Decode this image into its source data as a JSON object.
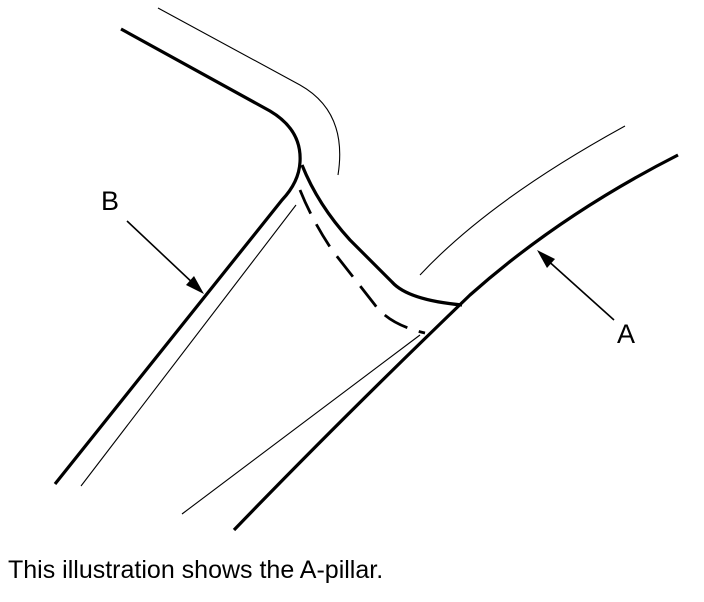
{
  "callouts": {
    "a": "A",
    "b": "B"
  },
  "caption": "This illustration shows the A-pillar."
}
